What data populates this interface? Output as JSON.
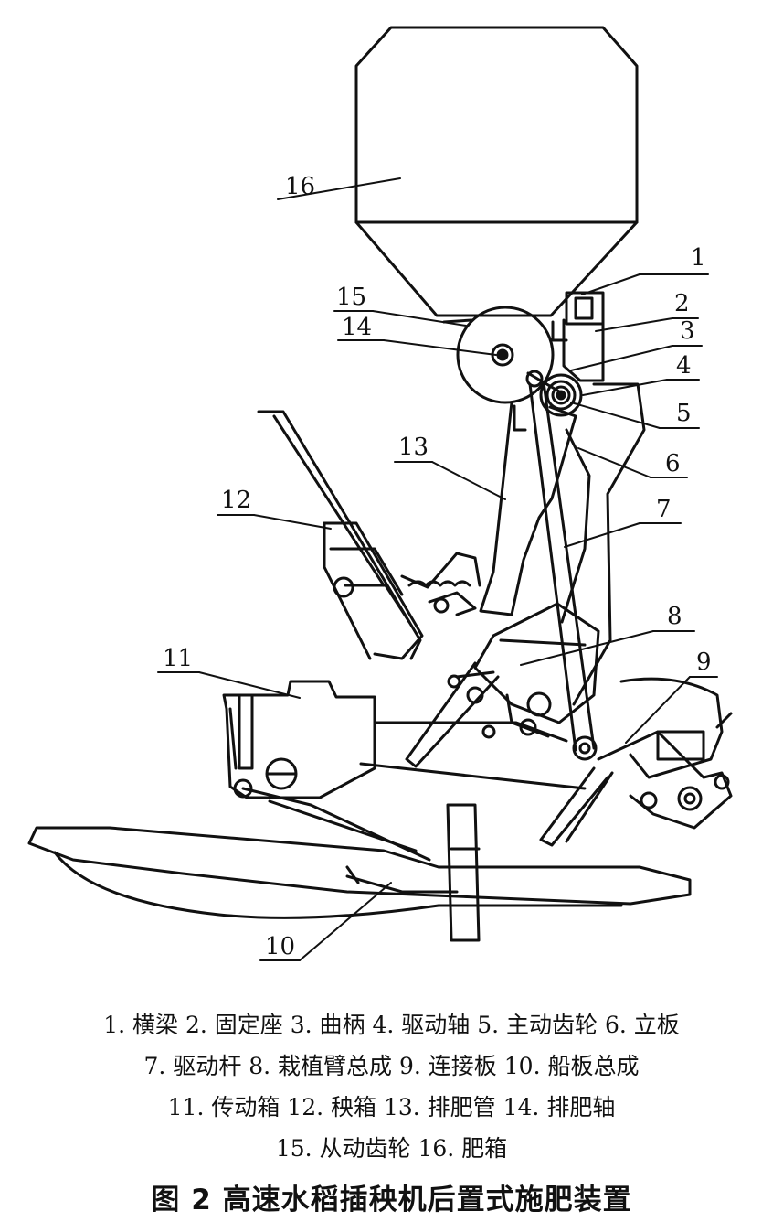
{
  "labels": {
    "l1": "1",
    "l2": "2",
    "l3": "3",
    "l4": "4",
    "l5": "5",
    "l6": "6",
    "l7": "7",
    "l8": "8",
    "l9": "9",
    "l10": "10",
    "l11": "11",
    "l12": "12",
    "l13": "13",
    "l14": "14",
    "l15": "15",
    "l16": "16"
  },
  "legend": [
    "1. 横梁 2. 固定座 3. 曲柄 4. 驱动轴 5. 主动齿轮 6. 立板",
    "7. 驱动杆 8. 栽植臂总成 9. 连接板 10. 船板总成",
    "11. 传动箱 12. 秧箱 13. 排肥管 14. 排肥轴",
    "15. 从动齿轮 16. 肥箱"
  ],
  "caption": "图 2    高速水稻插秧机后置式施肥装置"
}
